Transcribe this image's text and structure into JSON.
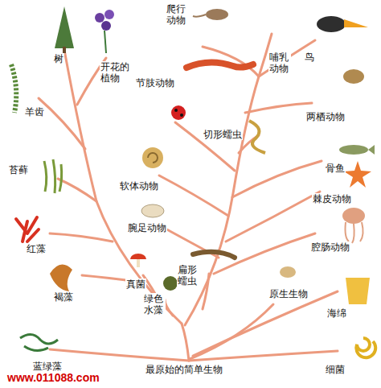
{
  "diagram": {
    "labels": [
      "树",
      "开花的植物",
      "爬行动物",
      "哺乳动物",
      "鸟",
      "羊齿",
      "节肢动物",
      "两栖动物",
      "切形蠕虫",
      "骨鱼",
      "苔藓",
      "软体动物",
      "棘皮动物",
      "红藻",
      "腕足动物",
      "腔肠动物",
      "褐藻",
      "真菌",
      "扁形蠕虫",
      "原生生物",
      "海绵",
      "绿色水藻",
      "蓝绿藻",
      "最原始的简单生物",
      "细菌",
      "www.011088.com"
    ]
  }
}
